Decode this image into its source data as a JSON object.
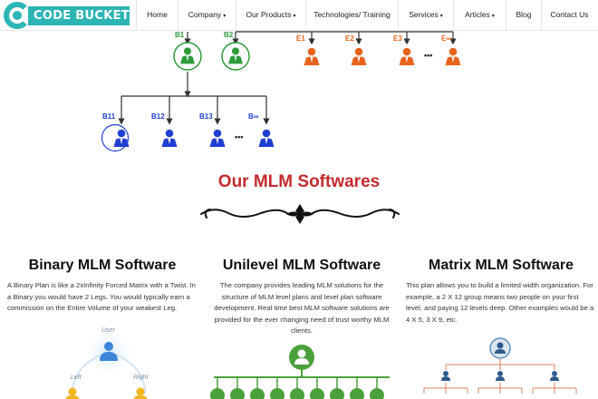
{
  "nav": {
    "logo_text": "CODE BUCKET",
    "items": [
      {
        "label": "Home",
        "caret": ""
      },
      {
        "label": "Company",
        "caret": "▾"
      },
      {
        "label": "Our Products",
        "caret": "▾"
      },
      {
        "label": "Technologies/ Training",
        "caret": ""
      },
      {
        "label": "Services",
        "caret": "▾"
      },
      {
        "label": "Articles",
        "caret": "▾"
      },
      {
        "label": "Blog",
        "caret": ""
      },
      {
        "label": "Contact Us",
        "caret": ""
      }
    ]
  },
  "tree": {
    "top_green": [
      "B1",
      "B2"
    ],
    "top_orange": [
      "E1",
      "E2",
      "E3",
      "E∞"
    ],
    "bottom_blue": [
      "B11",
      "B12",
      "B13",
      "B∞"
    ],
    "ellipsis": "•••",
    "colors": {
      "green": "#2e9b3a",
      "orange": "#e8641c",
      "blue": "#1f3fd1"
    }
  },
  "section_title": "Our MLM Softwares",
  "columns": [
    {
      "heading": "Binary MLM Software",
      "body": "A Binary Plan is like a 2xInfinity Forced Matrix with a Twist. In a Binary you would have 2 Legs. You would typically earn a commission on the Entire Volume of your weakest Leg.",
      "labels": {
        "user": "User",
        "left": "Left",
        "right": "Right"
      }
    },
    {
      "heading": "Unilevel MLM Software",
      "body": "The company provides leading MLM solutions for the structure of MLM level plans and level plan software development. Real time best MLM software solutions are provided for the ever changing need of trust worthy MLM clients."
    },
    {
      "heading": "Matrix MLM Software",
      "body": "This plan allows you to build a limited width organization. For example, a 2 X 12 group means two people on your first level, and paying 12 levels deep. Other examples would be a 4 X 5, 3 X 9, etc."
    }
  ]
}
